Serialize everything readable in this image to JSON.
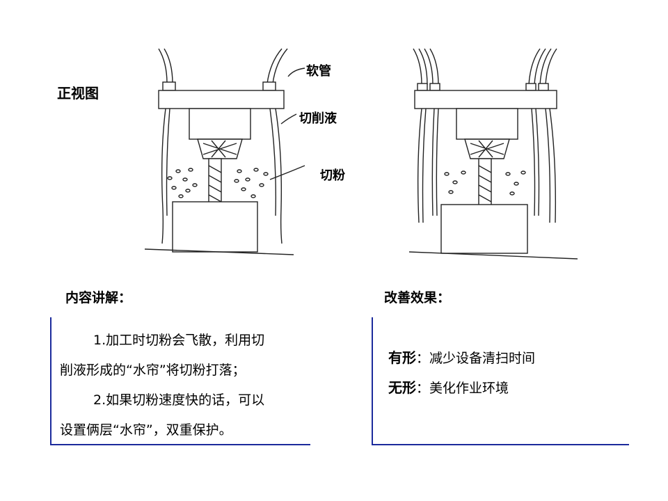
{
  "front_view": {
    "title": "正视图"
  },
  "labels": {
    "hose": "软管",
    "coolant": "切削液",
    "chips": "切粉"
  },
  "explanation": {
    "title": "内容讲解：",
    "lines": [
      "1.加工时切粉会飞散，利用切",
      "削液形成的“水帘”将切粉打落；",
      "2.如果切粉速度快的话，可以",
      "设置俩层“水帘”，双重保护。"
    ]
  },
  "improvement": {
    "title": "改善效果：",
    "items": [
      {
        "key": "有形",
        "value": "：减少设备清扫时间"
      },
      {
        "key": "无形",
        "value": "：美化作业环境"
      }
    ]
  },
  "colors": {
    "panel_border": "#1b2a9c",
    "line": "#222222"
  }
}
